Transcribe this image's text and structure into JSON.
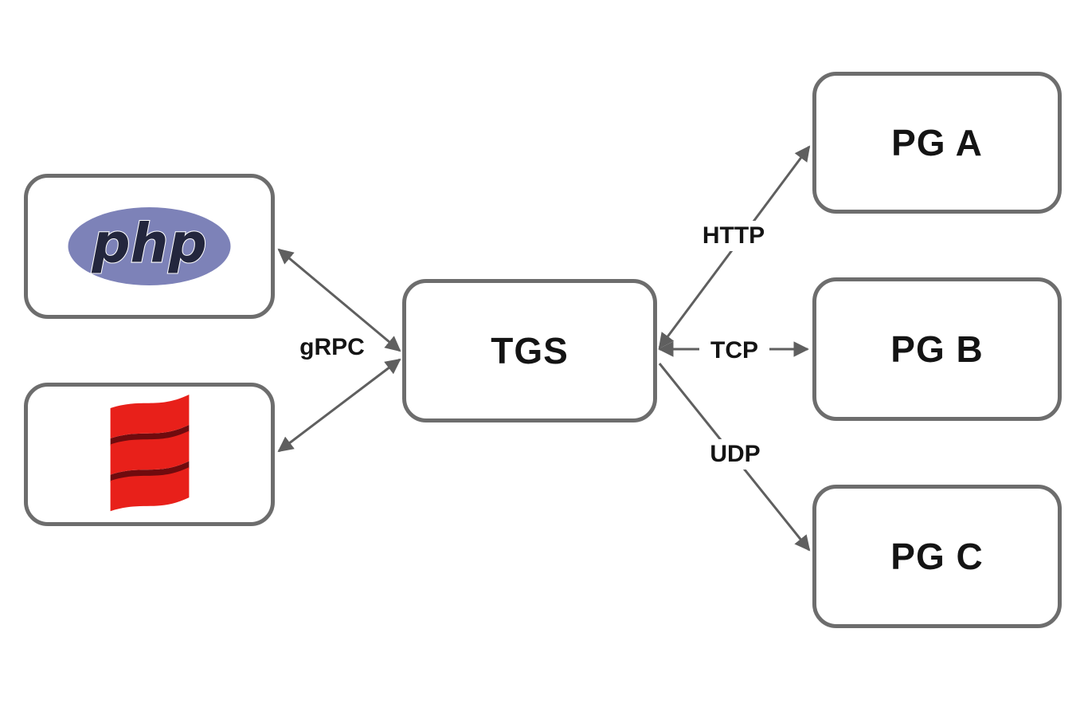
{
  "diagram": {
    "nodes": {
      "php": {
        "icon": "php-logo-icon",
        "text": "php"
      },
      "scala": {
        "icon": "scala-logo-icon"
      },
      "tgs": {
        "label": "TGS"
      },
      "pg_a": {
        "label": "PG A"
      },
      "pg_b": {
        "label": "PG B"
      },
      "pg_c": {
        "label": "PG C"
      }
    },
    "edge_labels": {
      "grpc": "gRPC",
      "http": "HTTP",
      "tcp": "TCP",
      "udp": "UDP"
    },
    "edges": [
      {
        "from": "php",
        "to": "tgs",
        "label": "gRPC",
        "bidirectional": true
      },
      {
        "from": "scala",
        "to": "tgs",
        "label": "gRPC",
        "bidirectional": true
      },
      {
        "from": "tgs",
        "to": "pg_a",
        "label": "HTTP",
        "bidirectional": true
      },
      {
        "from": "tgs",
        "to": "pg_b",
        "label": "TCP",
        "bidirectional": true
      },
      {
        "from": "tgs",
        "to": "pg_c",
        "label": "UDP",
        "bidirectional": false
      }
    ],
    "colors": {
      "background": "#ffffff",
      "box_border": "#6d6d6d",
      "arrow": "#5f5f5f",
      "node_text": "#141414",
      "php_ellipse": "#7d82b8",
      "php_text": "#23263d",
      "scala_red": "#e8201a",
      "scala_dark": "#700b0e"
    }
  }
}
